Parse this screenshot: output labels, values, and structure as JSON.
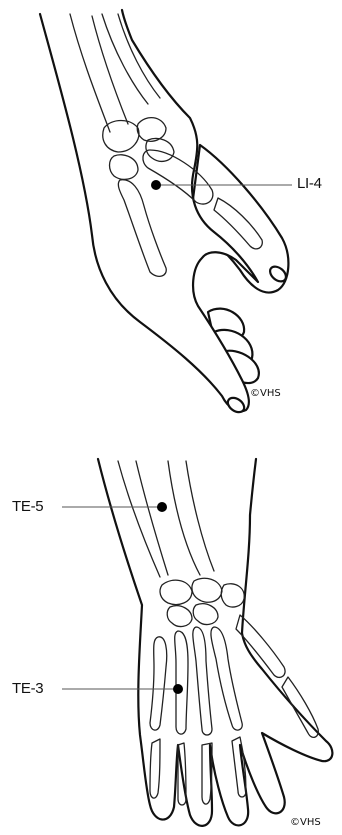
{
  "points": [
    {
      "id": "li4",
      "label": "LI-4"
    },
    {
      "id": "te5",
      "label": "TE-5"
    },
    {
      "id": "te3",
      "label": "TE-3"
    }
  ],
  "copyright": "©VHS",
  "colors": {
    "ink": "#111111",
    "point": "#000000",
    "leader": "#555555",
    "background": "#ffffff"
  }
}
